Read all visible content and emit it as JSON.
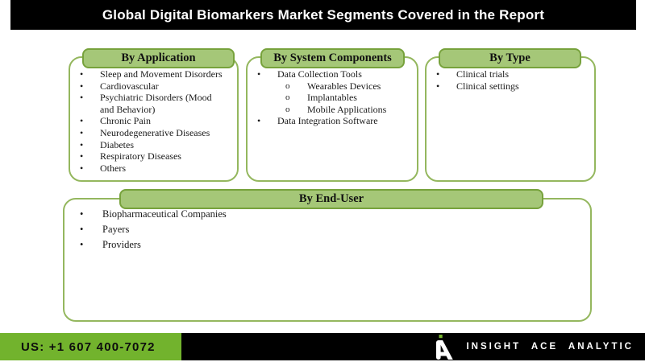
{
  "title": "Global Digital Biomarkers Market Segments Covered in the Report",
  "glyphs": {
    "bullet1": "•",
    "bullet2": "o"
  },
  "colors": {
    "banner_bg": "#000000",
    "banner_text": "#ffffff",
    "pill_fill": "#a5c778",
    "pill_border": "#77a23c",
    "box_border": "#94b75e",
    "footer_green": "#72b32d",
    "footer_black": "#000000",
    "logo_green": "#77b62f",
    "list_text": "#1a1a1a"
  },
  "boxes": [
    {
      "header": "By Application",
      "items": [
        {
          "level": 1,
          "text": "Sleep and Movement Disorders"
        },
        {
          "level": 1,
          "text": "Cardiovascular"
        },
        {
          "level": 1,
          "text": "Psychiatric Disorders (Mood and Behavior)"
        },
        {
          "level": 1,
          "text": "Chronic Pain"
        },
        {
          "level": 1,
          "text": "Neurodegenerative Diseases"
        },
        {
          "level": 1,
          "text": "Diabetes"
        },
        {
          "level": 1,
          "text": "Respiratory Diseases"
        },
        {
          "level": 1,
          "text": "Others"
        }
      ]
    },
    {
      "header": "By System Components",
      "items": [
        {
          "level": 1,
          "text": "Data Collection Tools"
        },
        {
          "level": 2,
          "text": "Wearables Devices"
        },
        {
          "level": 2,
          "text": "Implantables"
        },
        {
          "level": 2,
          "text": "Mobile Applications"
        },
        {
          "level": 1,
          "text": "Data Integration Software"
        }
      ]
    },
    {
      "header": "By Type",
      "items": [
        {
          "level": 1,
          "text": "Clinical trials"
        },
        {
          "level": 1,
          "text": "Clinical settings"
        }
      ]
    },
    {
      "header": "By End-User",
      "items": [
        {
          "level": 1,
          "text": "Biopharmaceutical Companies"
        },
        {
          "level": 1,
          "text": "Payers"
        },
        {
          "level": 1,
          "text": "Providers"
        }
      ]
    }
  ],
  "footer": {
    "phone": "US: +1 607 400-7072",
    "brand": "INSIGHT ACE ANALYTIC"
  }
}
